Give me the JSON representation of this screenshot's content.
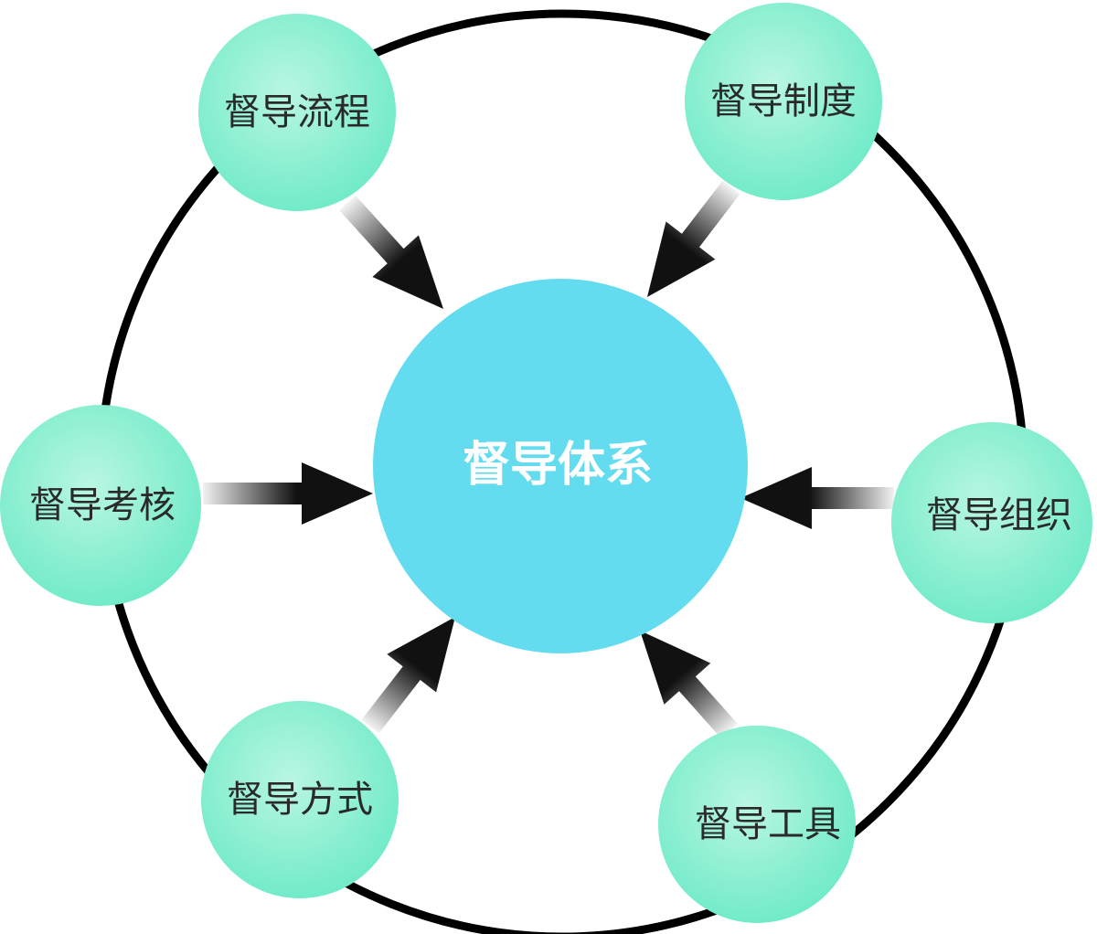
{
  "center": {
    "label": "督导体系",
    "color": "#63dcef",
    "text_color": "#ffffff"
  },
  "satellites": [
    {
      "id": "process",
      "label": "督导流程"
    },
    {
      "id": "system",
      "label": "督导制度"
    },
    {
      "id": "assessment",
      "label": "督导考核"
    },
    {
      "id": "organization",
      "label": "督导组织"
    },
    {
      "id": "method",
      "label": "督导方式"
    },
    {
      "id": "tools",
      "label": "督导工具"
    }
  ],
  "colors": {
    "satellite_fill": "#6ceac6",
    "satellite_highlight": "#b9f6e3",
    "ring": "#000000",
    "arrow_dark": "#111111",
    "arrow_light": "#f2f2f2",
    "background": "#ffffff"
  }
}
